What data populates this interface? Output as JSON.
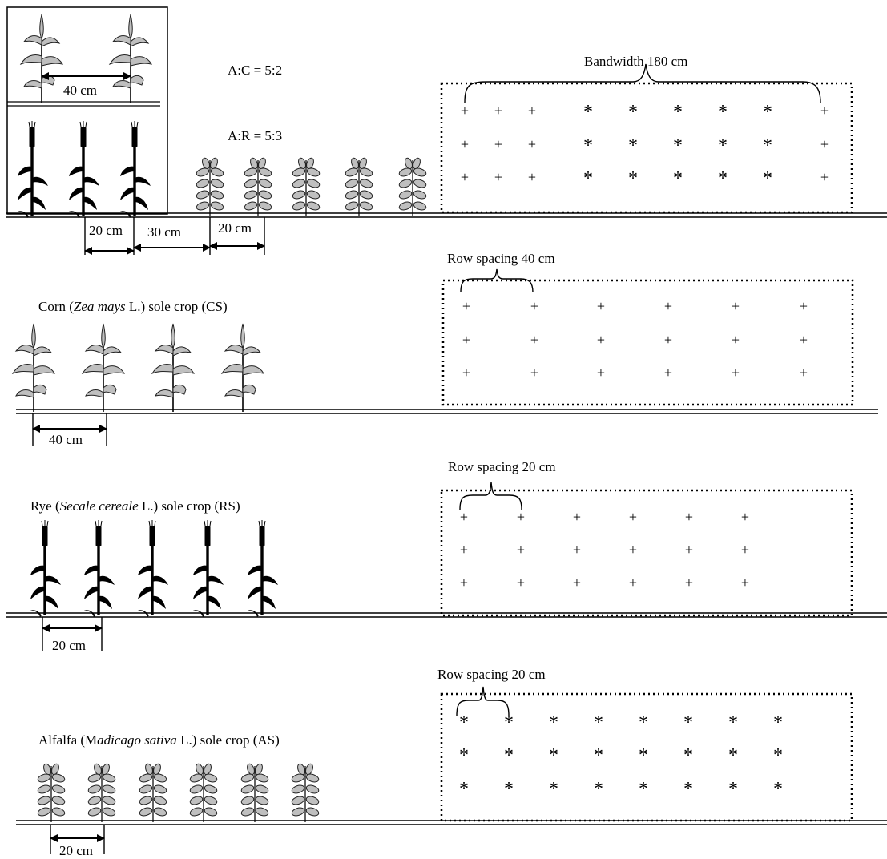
{
  "ratios": {
    "ac": "A:C = 5:2",
    "ar": "A:R = 5:3"
  },
  "intercrop": {
    "bandwidth_label": "Bandwidth 180 cm",
    "inset_dim": "40 cm",
    "dims": [
      "20 cm",
      "30 cm",
      "20 cm"
    ],
    "grid_symbols": [
      "+",
      "*"
    ]
  },
  "corn": {
    "name_prefix": "Corn (",
    "name_italic": "Zea mays",
    "name_suffix": " L.) sole crop (CS)",
    "row_spacing_label": "Row spacing 40 cm",
    "dim": "40 cm",
    "symbol": "+"
  },
  "rye": {
    "name_prefix": "Rye (",
    "name_italic": "Secale cereale",
    "name_suffix": " L.) sole crop (RS)",
    "row_spacing_label": "Row spacing 20 cm",
    "dim": "20 cm",
    "symbol": "+"
  },
  "alfalfa": {
    "name_prefix": "Alfalfa (M",
    "name_italic": "adicago sativa",
    "name_suffix": " L.) sole crop (AS)",
    "row_spacing_label": "Row spacing 20 cm",
    "dim": "20 cm",
    "symbol": "*"
  },
  "colors": {
    "ink": "#000000",
    "leaf_fill": "#bfbfbf",
    "leaf_stroke": "#222222"
  }
}
